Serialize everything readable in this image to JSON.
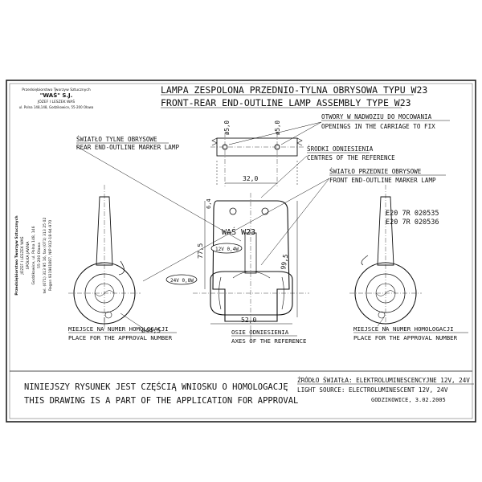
{
  "title": {
    "pl": "LAMPA ZESPOLONA PRZEDNIO-TYLNA OBRYSOWA TYPU W23",
    "en": "FRONT-REAR END-OUTLINE LAMP ASSEMBLY TYPE W23"
  },
  "company_stamp": {
    "line1": "Przedsiębiorstwo Tworzyw Sztucznych",
    "line2": "\"WAŚ\" S.J.",
    "line3": "JÓZEF I LESZEK WAŚ",
    "line4": "ul. Polna 148,148, Godzikowice, 55-200 Oława"
  },
  "side_stamp": {
    "line1": "Przedsiębiorstwo Tworzyw Sztucznych",
    "line2": "JÓZEF I LESZEK WAŚ",
    "line3": "SPÓŁKA JAWNA",
    "line4": "Godzikowice, ul. Polna 148, 146",
    "line5": "55-200 Oława",
    "line6": "tel. (071) 313 95 16, fax (071) 313 25 02",
    "line7": "Regon 931961887, NIP 912-18-94-970"
  },
  "labels": {
    "holes_pl": "OTWORY W NADWOZIU DO MOCOWANIA",
    "holes_en": "OPENINGS IN THE CARRIAGE TO FIX",
    "rear_pl": "ŚWIATŁO TYLNE OBRYSOWE",
    "rear_en": "REAR END-OUTLINE MARKER LAMP",
    "centres_pl": "ŚRODKI ODNIESIENIA",
    "centres_en": "CENTRES OF THE REFERENCE",
    "front_pl": "ŚWIATŁO PRZEDNIE OBRYSOWE",
    "front_en": "FRONT END-OUTLINE MARKER LAMP",
    "axes_pl": "OSIE ODNIESIENIA",
    "axes_en": "AXES OF THE REFERENCE",
    "homolog_left_pl": "MIEJSCE NA NUMER HOMOLOGACJI",
    "homolog_left_en": "PLACE FOR THE APPROVAL NUMBER",
    "homolog_right_pl": "MIEJSCE NA NUMER HOMOLOGACJI",
    "homolog_right_en": "PLACE FOR THE APPROVAL NUMBER"
  },
  "dimensions": {
    "d1": "ø5,0",
    "d2": "ø5,0",
    "width_32": "32,0",
    "h_64": "6,4",
    "h_775": "77,5",
    "h_995": "99,5",
    "width_52": "52,0",
    "dia_445": "ø44,5"
  },
  "lamp": {
    "marking": "WAŚ  W23",
    "bulb_rear": "12V 0,4W",
    "bulb_front": "24V 0,8W"
  },
  "approval": {
    "code1": "E20  7R  020535",
    "code2": "E20  7R  020536"
  },
  "footer": {
    "note_pl": "NINIEJSZY RYSUNEK JEST CZĘŚCIĄ WNIOSKU O HOMOLOGACJĘ",
    "note_en": "THIS DRAWING IS A PART OF THE APPLICATION FOR APPROVAL",
    "source_pl": "ŹRÓDŁO ŚWIATŁA: ELEKTROLUMINESCENCYJNE 12V, 24V",
    "source_en": "LIGHT SOURCE: ELECTROLUMINESCENT 12V, 24V",
    "place_date": "GODZIKOWICE, 3.02.2005"
  }
}
